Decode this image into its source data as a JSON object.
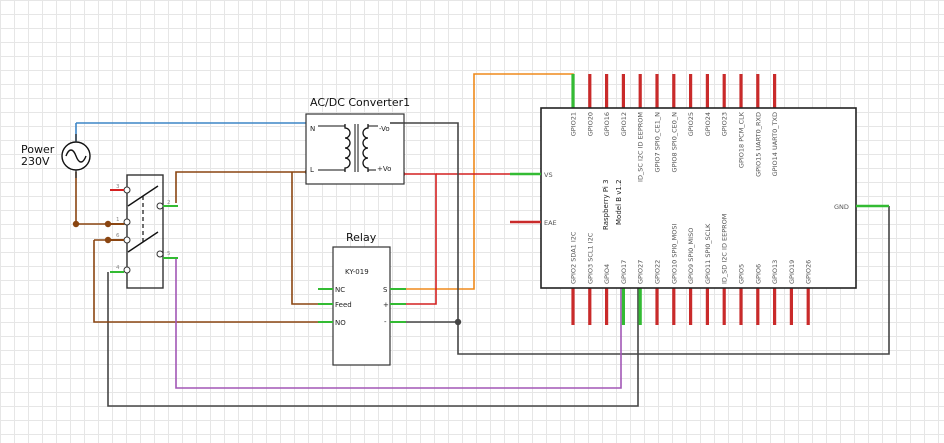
{
  "power": {
    "title": "Power",
    "voltage": "230V"
  },
  "converter": {
    "title": "AC/DC Converter1",
    "pin_n": "N",
    "pin_l": "L",
    "pin_vo_neg": "-Vo",
    "pin_vo_pos": "+Vo"
  },
  "relay": {
    "title": "Relay",
    "model": "KY-019",
    "pin_nc": "NC",
    "pin_feed": "Feed",
    "pin_no": "NO",
    "pin_s": "S",
    "pin_plus": "+",
    "pin_minus": "-"
  },
  "switch": {
    "pins": [
      "3",
      "1",
      "6",
      "4",
      "2",
      "5"
    ]
  },
  "rpi": {
    "label_line1": "Raspberry Pi 3",
    "label_line2": "Model B v1.2",
    "pin_vs": "VS",
    "pin_eae": "EAE",
    "pin_gnd": "GND",
    "top_pins": [
      "GPIO21",
      "GPIO20",
      "GPIO16",
      "GPIO12",
      "ID_SC I2C ID EEPROM",
      "GPIO7 SPI0_CE1_N",
      "GPIO8 SPI0_CE0_N",
      "GPIO25",
      "GPIO24",
      "GPIO23",
      "GPIO18 PCM_CLK",
      "GPIO15 UART0_RXD",
      "GPIO14 UART0_TXD"
    ],
    "bottom_pins": [
      "GPIO2 SDA1 I2C",
      "GPIO3 SCL1 I2C",
      "GPIO4",
      "GPIO17",
      "GPIO27",
      "GPIO22",
      "GPIO10 SPI0_MOSI",
      "GPIO9 SPI0_MISO",
      "GPIO11 SPI0_SCLK",
      "ID_SD I2C ID EEPROM",
      "GPIO5",
      "GPIO6",
      "GPIO13",
      "GPIO19",
      "GPIO26"
    ]
  },
  "colors": {
    "orange": "#ef8a1c",
    "blue": "#3d86c6",
    "brown": "#8a4511",
    "red": "#d42020",
    "purple": "#a256b6",
    "dark": "#454545",
    "green": "#33bb33",
    "pin_red": "#c92a2a"
  }
}
